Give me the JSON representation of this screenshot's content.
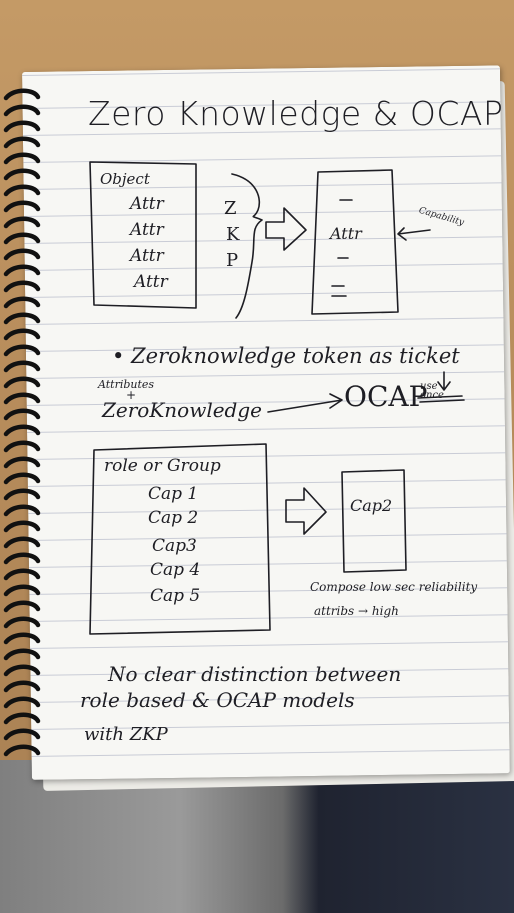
{
  "page": {
    "title": "Zero Knowledge & OCAP",
    "object_box": {
      "header": "Object",
      "rows": [
        "Attr",
        "Attr",
        "Attr",
        "Attr"
      ]
    },
    "zkp_letters": [
      "Z",
      "K",
      "P"
    ],
    "right_box": {
      "row": "Attr",
      "arrow_label": "Capability"
    },
    "bullet": "• Zeroknowledge token as ticket",
    "small_above": "Attributes",
    "plus": "+",
    "zk_line": "ZeroKnowledge",
    "ocap": "OCAP",
    "use_once": "use once",
    "role_box": {
      "header": "role or Group",
      "caps": [
        "Cap 1",
        "Cap 2",
        "Cap3",
        "Cap 4",
        "Cap 5"
      ]
    },
    "cap2_box": "Cap2",
    "compose_line1": "Compose low sec reliability",
    "compose_line2": "attribs → high",
    "footer_lines": [
      "No clear distinction between",
      "role based & OCAP models",
      "with ZKP"
    ]
  },
  "colors": {
    "ink": "#1e1e24",
    "paper": "#f7f7f4",
    "rule": "#c9ccd6"
  }
}
